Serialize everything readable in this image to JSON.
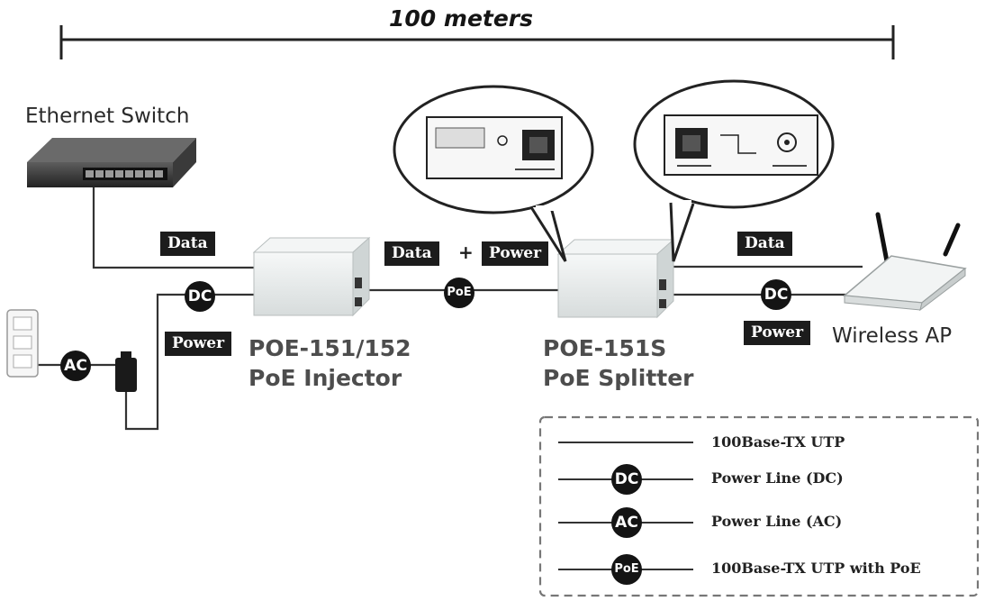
{
  "distance": {
    "label": "100 meters"
  },
  "devices": {
    "switch": {
      "label": "Ethernet Switch"
    },
    "ap": {
      "label": "Wireless AP"
    }
  },
  "products": {
    "injector": {
      "model": "POE-151/152",
      "name": "PoE Injector"
    },
    "splitter": {
      "model": "POE-151S",
      "name": "PoE Splitter"
    }
  },
  "tags": {
    "data_switch": "Data",
    "data_poe": "Data",
    "plus": "+",
    "power_poe": "Power",
    "data_ap": "Data",
    "power_injector": "Power",
    "power_ap": "Power"
  },
  "nodes": {
    "dc_injector": "DC",
    "poe": "PoE",
    "dc_ap": "DC",
    "ac": "AC"
  },
  "legend": [
    {
      "node": "",
      "text": "100Base-TX UTP"
    },
    {
      "node": "DC",
      "text": "Power Line (DC)"
    },
    {
      "node": "AC",
      "text": "Power Line (AC)"
    },
    {
      "node": "PoE",
      "text": "100Base-TX UTP with PoE"
    }
  ],
  "colors": {
    "line": "#333333",
    "node": "#141414",
    "tag_bg": "#1c1c1c",
    "device": "#e9ecec"
  }
}
